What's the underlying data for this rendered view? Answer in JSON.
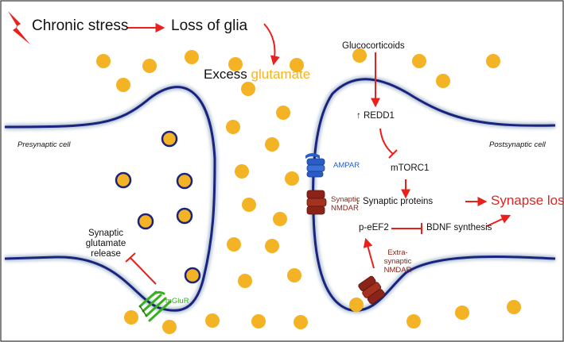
{
  "title_chain": {
    "stress": "Chronic stress",
    "glia": "Loss of glia",
    "excess_prefix": "Excess",
    "excess_glutamate": "glutamate"
  },
  "cells": {
    "presynaptic": "Presynaptic cell",
    "postsynaptic": "Postsynaptic cell"
  },
  "pathway": {
    "glucocorticoids": "Glucocorticoids",
    "redd1": "↑ REDD1",
    "mtorc1": "mTORC1",
    "synaptic_proteins": "↓ Synaptic proteins",
    "synapse_loss": "Synapse loss",
    "peef2": "p-eEF2",
    "bdnf": "BDNF synthesis",
    "release_line1": "Synaptic",
    "release_line2": "glutamate",
    "release_line3": "release"
  },
  "receptors": {
    "ampar": "AMPAR",
    "synaptic_nmdar_line1": "Synaptic",
    "synaptic_nmdar_line2": "NMDAR",
    "extrasynaptic_line1": "Extra-",
    "extrasynaptic_line2": "synaptic",
    "extrasynaptic_line3": "NMDAR",
    "mglur": "mGluR"
  },
  "colors": {
    "membrane": "#1a237e",
    "glutamate": "#f4b324",
    "arrow": "#e8211d",
    "ampar": "#2b5bc4",
    "nmdar": "#8b2418",
    "mglur": "#39b01d",
    "synapse_loss": "#e8211d",
    "glutamate_text": "#f4b324"
  }
}
